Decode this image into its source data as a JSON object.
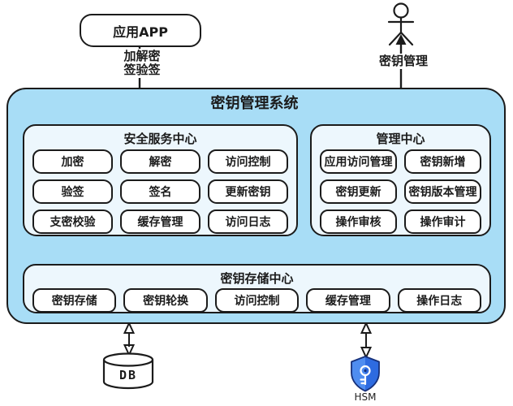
{
  "external": {
    "app_label": "应用APP",
    "app_flow_label_1": "加解密",
    "app_flow_label_2": "签验签",
    "actor_flow_label": "密钥管理"
  },
  "system": {
    "title": "密钥管理系统",
    "panels": {
      "security": {
        "title": "安全服务中心",
        "buttons": [
          "加密",
          "解密",
          "访问控制",
          "验签",
          "签名",
          "更新密钥",
          "支密校验",
          "缓存管理",
          "访问日志"
        ]
      },
      "management": {
        "title": "管理中心",
        "buttons": [
          "应用访问管理",
          "密钥新增",
          "密钥更新",
          "密钥版本管理",
          "操作审核",
          "操作审计"
        ]
      },
      "storage": {
        "title": "密钥存储中心",
        "buttons": [
          "密钥存储",
          "密钥轮换",
          "访问控制",
          "缓存管理",
          "操作日志"
        ]
      }
    }
  },
  "infrastructure": {
    "db_label": "DB",
    "hsm_label": "HSM"
  },
  "icons": {
    "actor": "stick-figure-icon",
    "db": "database-cylinder-icon",
    "hsm": "shield-key-icon"
  },
  "colors": {
    "system_fill": "#a8ddf6",
    "panel_fill": "#edf7fd",
    "button_fill": "#ffffff",
    "stroke": "#1b1b1b",
    "hsm_shield_left": "#4f8df0",
    "hsm_shield_right": "#2e6be0",
    "hsm_shield_border": "#16307a"
  }
}
